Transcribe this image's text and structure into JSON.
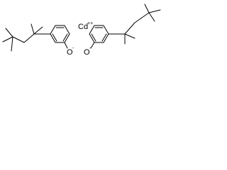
{
  "structure": {
    "left_oxygen": {
      "symbol": "O",
      "charge": "-"
    },
    "right_oxygen": {
      "symbol": "O",
      "charge": "-"
    },
    "metal": {
      "symbol": "Cd",
      "charge": "++"
    }
  },
  "colors": {
    "bond": "#000000",
    "text": "#000000",
    "background": "#ffffff"
  }
}
